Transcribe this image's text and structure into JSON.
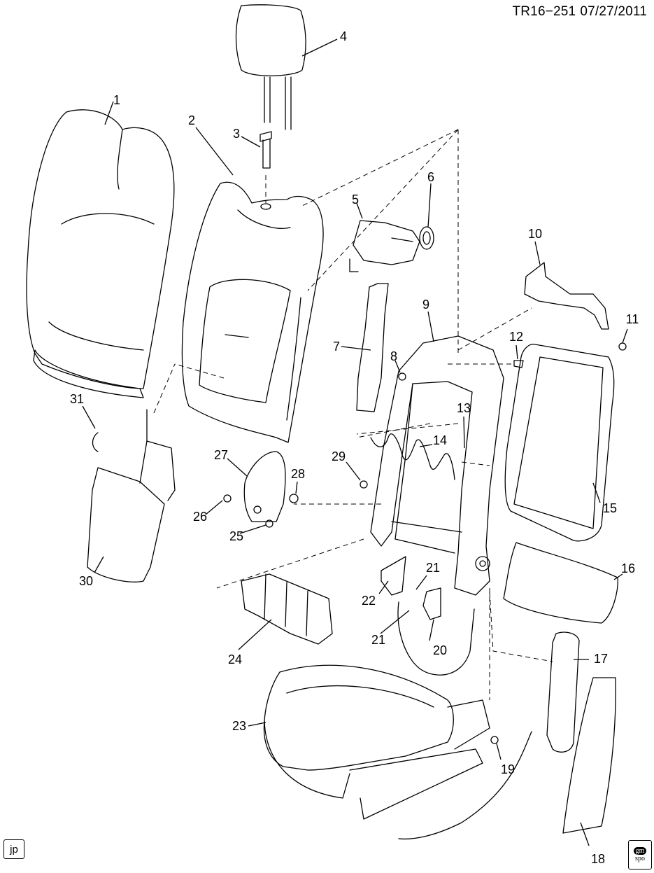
{
  "header": {
    "code": "TR16−251",
    "date": "07/27/2011"
  },
  "callouts": [
    "1",
    "2",
    "3",
    "4",
    "5",
    "6",
    "7",
    "8",
    "9",
    "10",
    "11",
    "12",
    "13",
    "14",
    "15",
    "16",
    "17",
    "18",
    "19",
    "20",
    "21",
    "21",
    "22",
    "23",
    "24",
    "25",
    "26",
    "27",
    "28",
    "29",
    "30",
    "31"
  ],
  "badges": {
    "jp": "jp",
    "gm_top": "gm",
    "gm_bottom": "spo"
  }
}
